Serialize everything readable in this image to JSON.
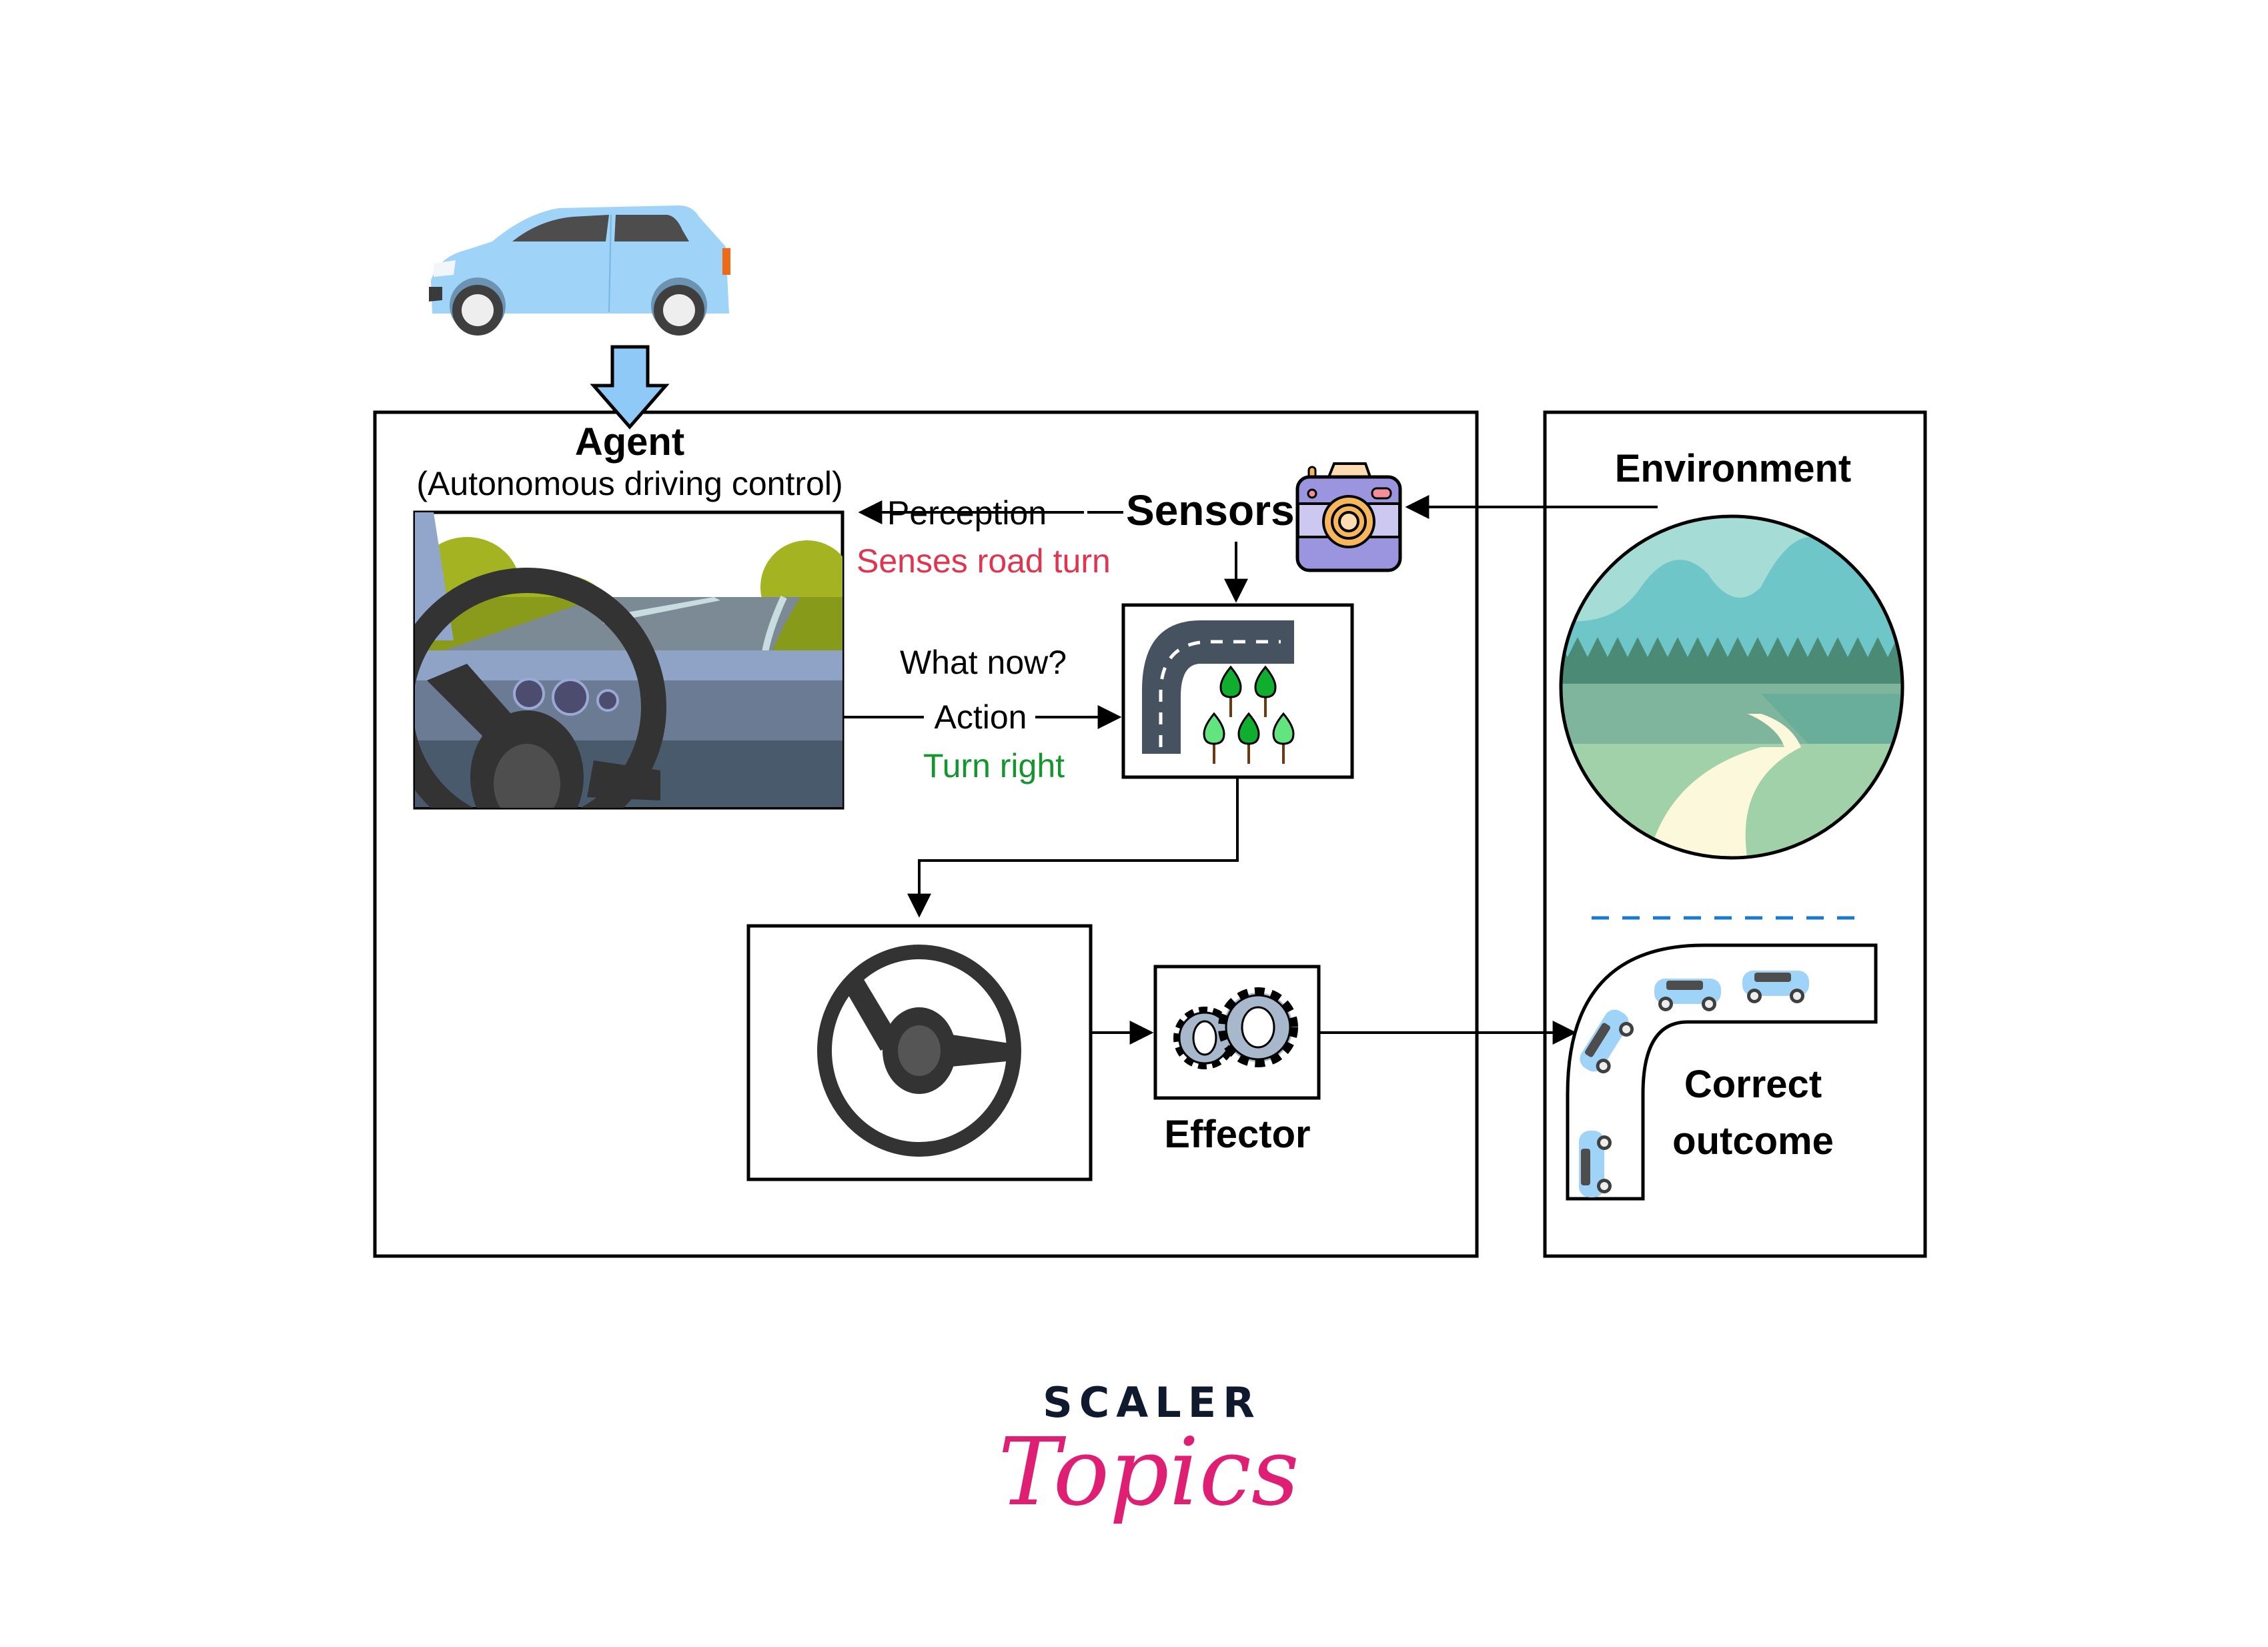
{
  "diagram": {
    "agent": {
      "title": "Agent",
      "subtitle": "(Autonomous driving control)"
    },
    "sensors": {
      "label": "Sensors",
      "perception_label": "Perception",
      "perception_note": "Senses road turn"
    },
    "decision": {
      "question": "What now?",
      "action_label": "Action",
      "action_note": "Turn right"
    },
    "effector": {
      "label": "Effector"
    },
    "environment": {
      "title": "Environment",
      "outcome_line1": "Correct",
      "outcome_line2": "outcome"
    },
    "icons": [
      "car-icon",
      "down-arrow-icon",
      "dashboard-view-icon",
      "camera-icon",
      "road-turn-icon",
      "steering-wheel-icon",
      "gears-icon",
      "landscape-icon",
      "road-curve-icon"
    ],
    "colors": {
      "perception_note": "#e0344f",
      "action_note": "#14952e",
      "car_blue": "#9fd3f7",
      "camera_purple": "#9b94de",
      "gear_grey": "#a8b8cc",
      "dash_blue": "#1a78d0",
      "logo_pink": "#de1f74",
      "logo_navy": "#0f1a2e"
    }
  },
  "branding": {
    "line1": "SCALER",
    "line2": "Topics"
  }
}
